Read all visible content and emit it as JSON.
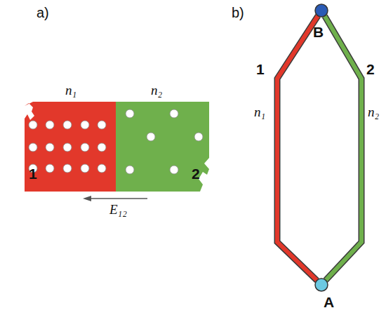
{
  "diagram": {
    "nodes": [
      {
        "text": [
          "n₁",
          "1"
        ]
      },
      {
        "text": [
          "n₂",
          "2"
        ]
      },
      {
        "text": [
          "B"
        ]
      },
      {
        "text": [
          "A"
        ]
      }
    ],
    "edges": [
      {
        "from": 3,
        "to": 2,
        "arrow": "none"
      },
      {
        "from": 3,
        "to": 2,
        "arrow": "none"
      }
    ],
    "labels": [
      "a)",
      "b)",
      "E₁₂",
      "1",
      "n₁",
      "2",
      "n₂"
    ]
  }
}
